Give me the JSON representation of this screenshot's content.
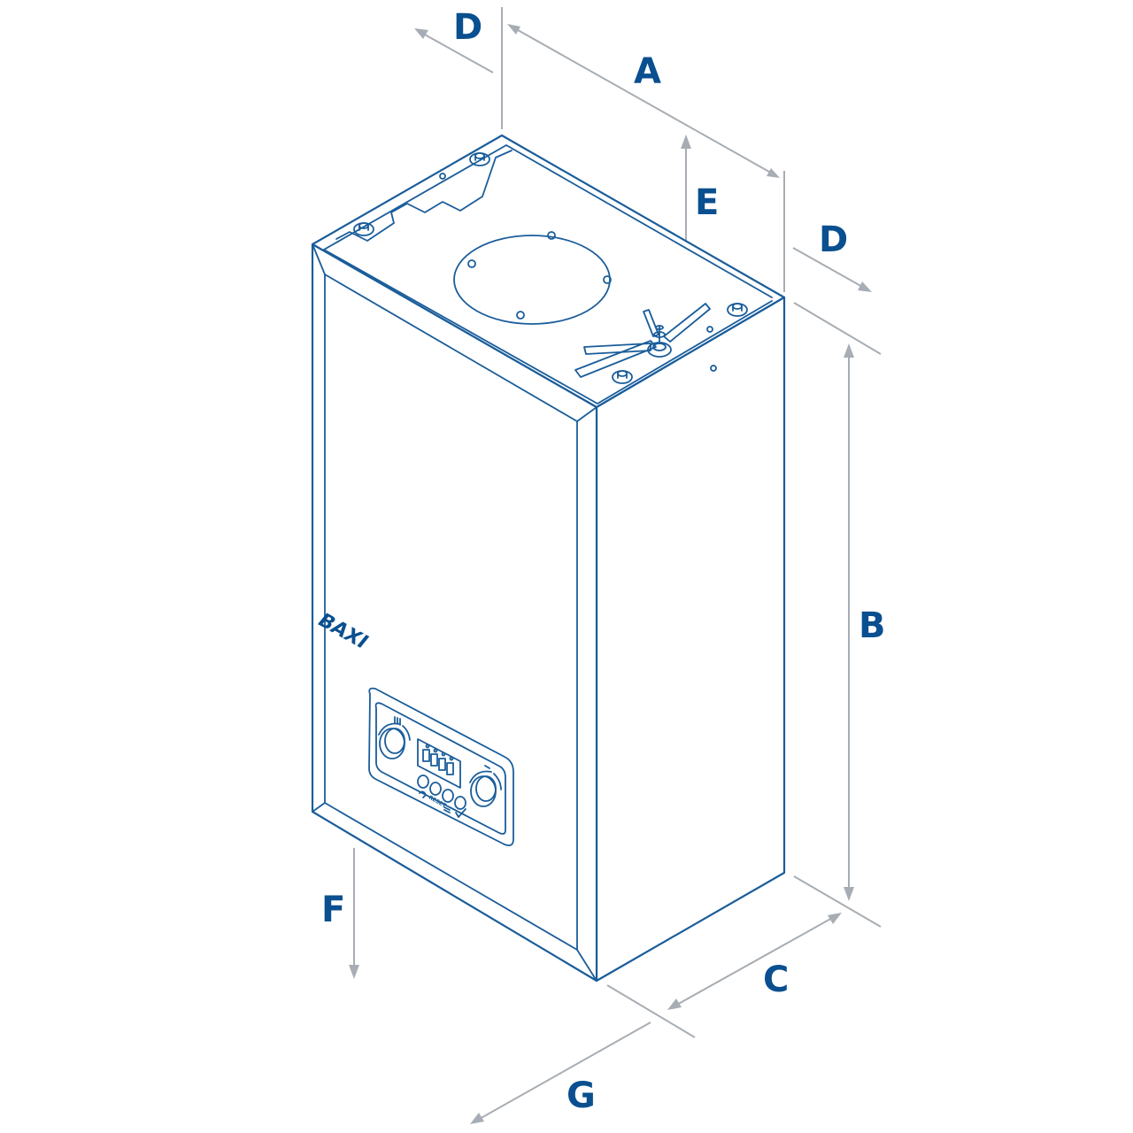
{
  "brand": {
    "logo_text": "BAXI",
    "reset_label": "RESET"
  },
  "dimension_labels": {
    "A": "A",
    "B": "B",
    "C": "C",
    "D_top": "D",
    "D_right": "D",
    "E": "E",
    "F": "F",
    "G": "G"
  },
  "colors": {
    "outline": "#1a5d9a",
    "label": "#0a4f8f",
    "dimension_line": "#a7adb4",
    "background": "#ffffff"
  }
}
